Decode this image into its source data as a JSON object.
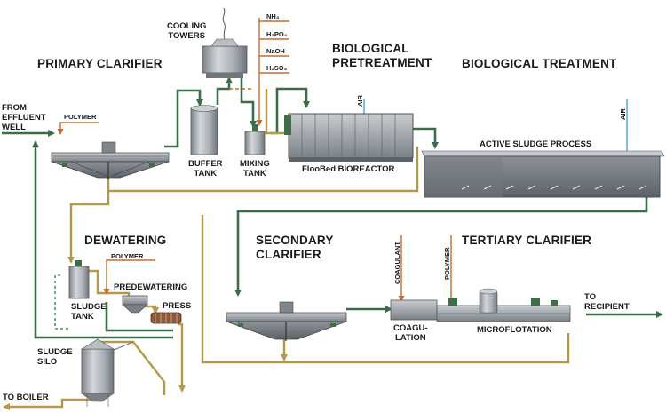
{
  "sections": {
    "primary_clarifier": "PRIMARY CLARIFIER",
    "biological_pretreatment": "BIOLOGICAL\nPRETREATMENT",
    "biological_treatment": "BIOLOGICAL TREATMENT",
    "dewatering": "DEWATERING",
    "secondary_clarifier": "SECONDARY\nCLARIFIER",
    "tertiary_clarifier": "TERTIARY CLARIFIER"
  },
  "labels": {
    "from_effluent_well": "FROM\nEFFLUENT\nWELL",
    "cooling_towers": "COOLING\nTOWERS",
    "buffer_tank": "BUFFER\nTANK",
    "mixing_tank": "MIXING\nTANK",
    "floobed_bioreactor": "FlooBed BIOREACTOR",
    "active_sludge_process": "ACTIVE SLUDGE PROCESS",
    "sludge_tank": "SLUDGE\nTANK",
    "predewatering": "PREDEWATERING",
    "press": "PRESS",
    "sludge_silo": "SLUDGE\nSILO",
    "to_boiler": "TO BOILER",
    "to_recipient": "TO\nRECIPIENT",
    "coagulation": "COAGU-\nLATION",
    "microflotation": "MICROFLOTATION"
  },
  "chemicals": {
    "polymer_primary": "POLYMER",
    "polymer_dewatering": "POLYMER",
    "polymer_tertiary": "POLYMER",
    "coagulant": "COAGULANT",
    "air_bioreactor": "AIR",
    "air_active_sludge": "AIR",
    "dosing": [
      "NH₃",
      "H₃PO₄",
      "NaOH",
      "H₂SO₄"
    ]
  },
  "colors": {
    "water_line": "#3a6e4a",
    "sludge_line": "#b39a4a",
    "chemical_line": "#c66b2e",
    "air_line": "#4aa3d6",
    "equipment": "#9aa0a6"
  }
}
